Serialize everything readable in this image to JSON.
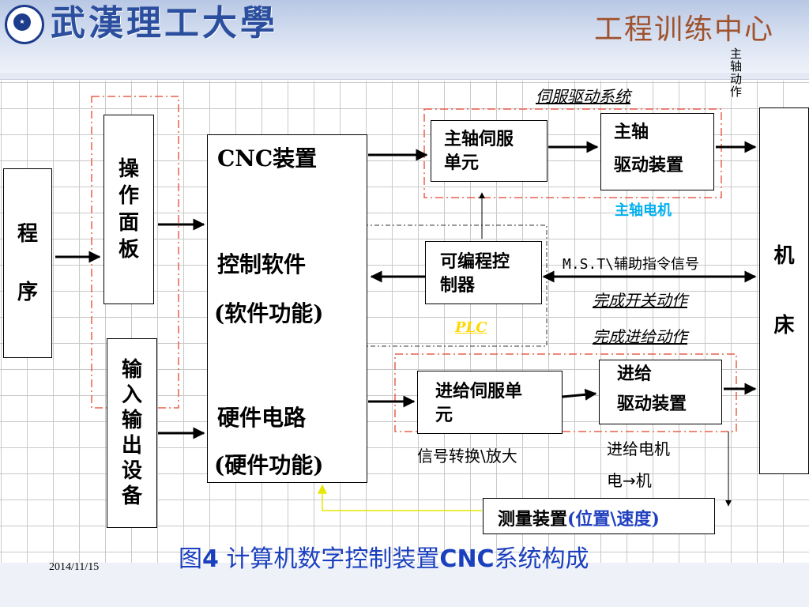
{
  "header": {
    "university": "武漢理工大學",
    "center_title": "工程训练中心"
  },
  "top_right_vertical": [
    "主",
    "轴",
    "动",
    "作"
  ],
  "servo_system_label": "伺服驱动系统",
  "program_box": [
    "程",
    "序"
  ],
  "operation_panel": [
    "操",
    "作",
    "面",
    "板"
  ],
  "io_device": [
    "输",
    "入",
    "输",
    "出",
    "设",
    "备"
  ],
  "cnc": {
    "title": "CNC装置",
    "software_line1": "控制软件",
    "software_line2": "(软件功能)",
    "hardware_line1": "硬件电路",
    "hardware_line2": "(硬件功能)"
  },
  "spindle_servo_unit": [
    "主轴伺服",
    "单元"
  ],
  "spindle_drive": [
    "主轴",
    "驱动装置"
  ],
  "spindle_motor": "主轴电机",
  "plc_box": [
    "可编程控",
    "制器"
  ],
  "plc_label": "PLC",
  "mst_signal": "M.S.T\\辅助指令信号",
  "switch_action": "完成开关动作",
  "feed_action": "完成进给动作",
  "feed_servo_unit": [
    "进给伺服单",
    "元"
  ],
  "feed_drive": [
    "进给",
    "驱动装置"
  ],
  "signal_conversion": "信号转换\\放大",
  "feed_motor": "进给电机",
  "elec_to_machine": "电→机",
  "machine_tool": [
    "机",
    "床"
  ],
  "measure": {
    "label": "测量装置",
    "detail": "(位置\\速度)"
  },
  "caption": {
    "prefix": "图",
    "number": "4",
    "text": " 计算机数字控制装置",
    "cnc": "CNC",
    "suffix": "系统构成"
  },
  "date": "2014/11/15",
  "colors": {
    "title_brown": "#a0522d",
    "university_blue": "#2b4f9e",
    "dash_red": "#e8604c",
    "motor_cyan": "#00b0f0",
    "plc_yellow": "#ffd700",
    "caption_blue": "#1a3fbf",
    "measure_blue": "#2040c0"
  }
}
